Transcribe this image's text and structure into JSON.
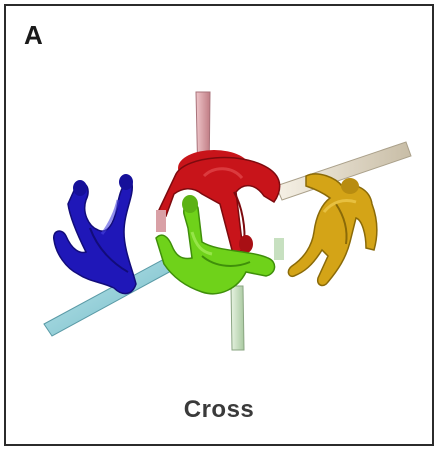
{
  "panel": {
    "letter": "A",
    "caption": "Cross"
  },
  "figures": [
    {
      "name": "blue-figure",
      "color": "#1f17b8",
      "shade": "#120c7a"
    },
    {
      "name": "red-figure",
      "color": "#c8141a",
      "shade": "#7d0a0e"
    },
    {
      "name": "green-figure",
      "color": "#6fd21a",
      "shade": "#3f8f0a"
    },
    {
      "name": "yellow-figure",
      "color": "#d4a417",
      "shade": "#8a6a08"
    }
  ],
  "colors": {
    "rod_light_blue": "#8fd2dc",
    "rod_pink": "#d9a0a6",
    "rod_pale_green": "#c7e0c0",
    "rod_beige": "#e6ddc9",
    "border": "#2b2b2b"
  }
}
